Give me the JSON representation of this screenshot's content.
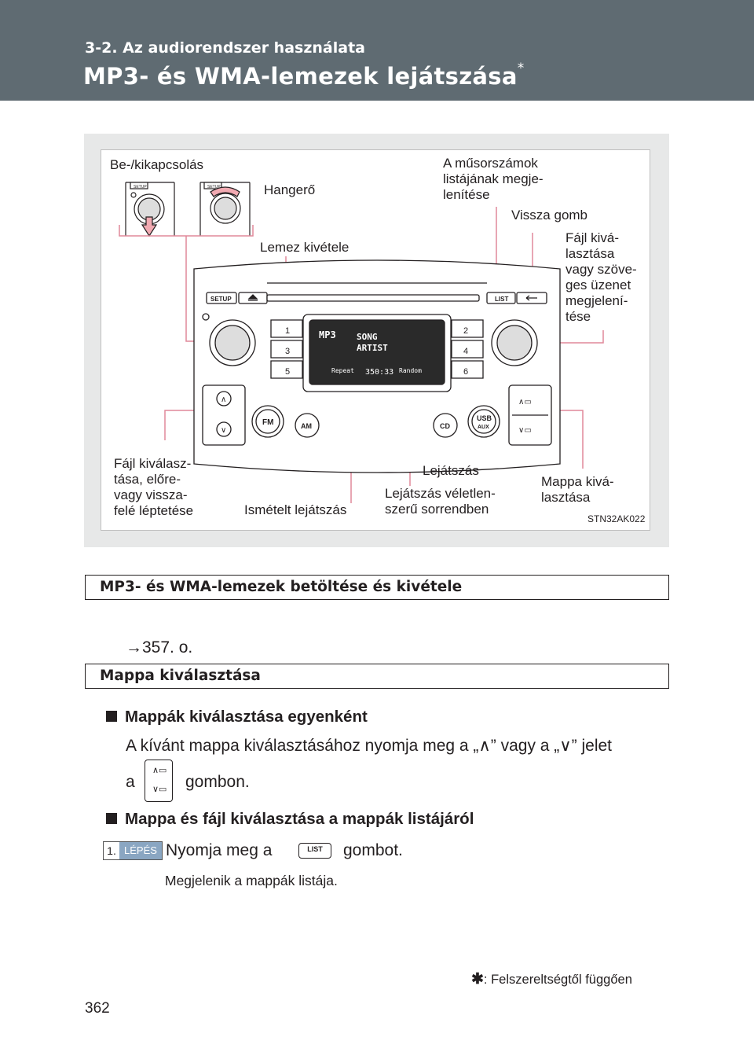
{
  "header": {
    "section": "3-2. Az audiorendszer használata",
    "title": "MP3- és WMA-lemezek lejátszása",
    "title_mark": "*"
  },
  "figure": {
    "labels": {
      "power": "Be-/kikapcsolás",
      "volume": "Hangerő",
      "tracklist": [
        "A műsorszámok",
        "listájának megje-",
        "lenítése"
      ],
      "back": "Vissza gomb",
      "eject": "Lemez kivétele",
      "file_select": [
        "Fájl kivá-",
        "lasztása",
        "vagy szöve-",
        "ges üzenet",
        "megjelení-",
        "tése"
      ],
      "file_step": [
        "Fájl kiválasz-",
        "tása, előre-",
        "vagy vissza-",
        "felé léptetése"
      ],
      "repeat": "Ismételt lejátszás",
      "play": "Lejátszás",
      "random": [
        "Lejátszás véletlen-",
        "szerű sorrendben"
      ],
      "folder": [
        "Mappa kivá-",
        "lasztása"
      ]
    },
    "buttons": {
      "setup": "SETUP",
      "list": "LIST",
      "fm": "FM",
      "am": "AM",
      "cd": "CD",
      "usb": "USB",
      "aux": "AUX",
      "presets": [
        "1",
        "2",
        "3",
        "4",
        "5",
        "6"
      ]
    },
    "display": {
      "mp3": "MP3",
      "song": "SONG",
      "artist": "ARTIST",
      "repeat": "Repeat",
      "time": "350:33",
      "random": "Random"
    },
    "code": "STN32AK022"
  },
  "section1": {
    "title": "MP3- és WMA-lemezek betöltése és kivétele",
    "ref": "→357. o."
  },
  "section2": {
    "title": "Mappa kiválasztása",
    "bullet1": "Mappák kiválasztása egyenként",
    "text1": "A kívánt mappa kiválasztásához nyomja meg a „∧” vagy a „∨” jelet",
    "text1b_pre": "a",
    "text1b_post": "gombon.",
    "bullet2": "Mappa és fájl kiválasztása a mappák listájáról",
    "step_num": "1.",
    "step_word": "LÉPÉS",
    "step_pre": "Nyomja meg a",
    "step_button": "LIST",
    "step_post": "gombot.",
    "note": "Megjelenik a mappák listája."
  },
  "footnote": {
    "mark": "✱",
    "text": ": Felszereltségtől függően"
  },
  "page": "362"
}
